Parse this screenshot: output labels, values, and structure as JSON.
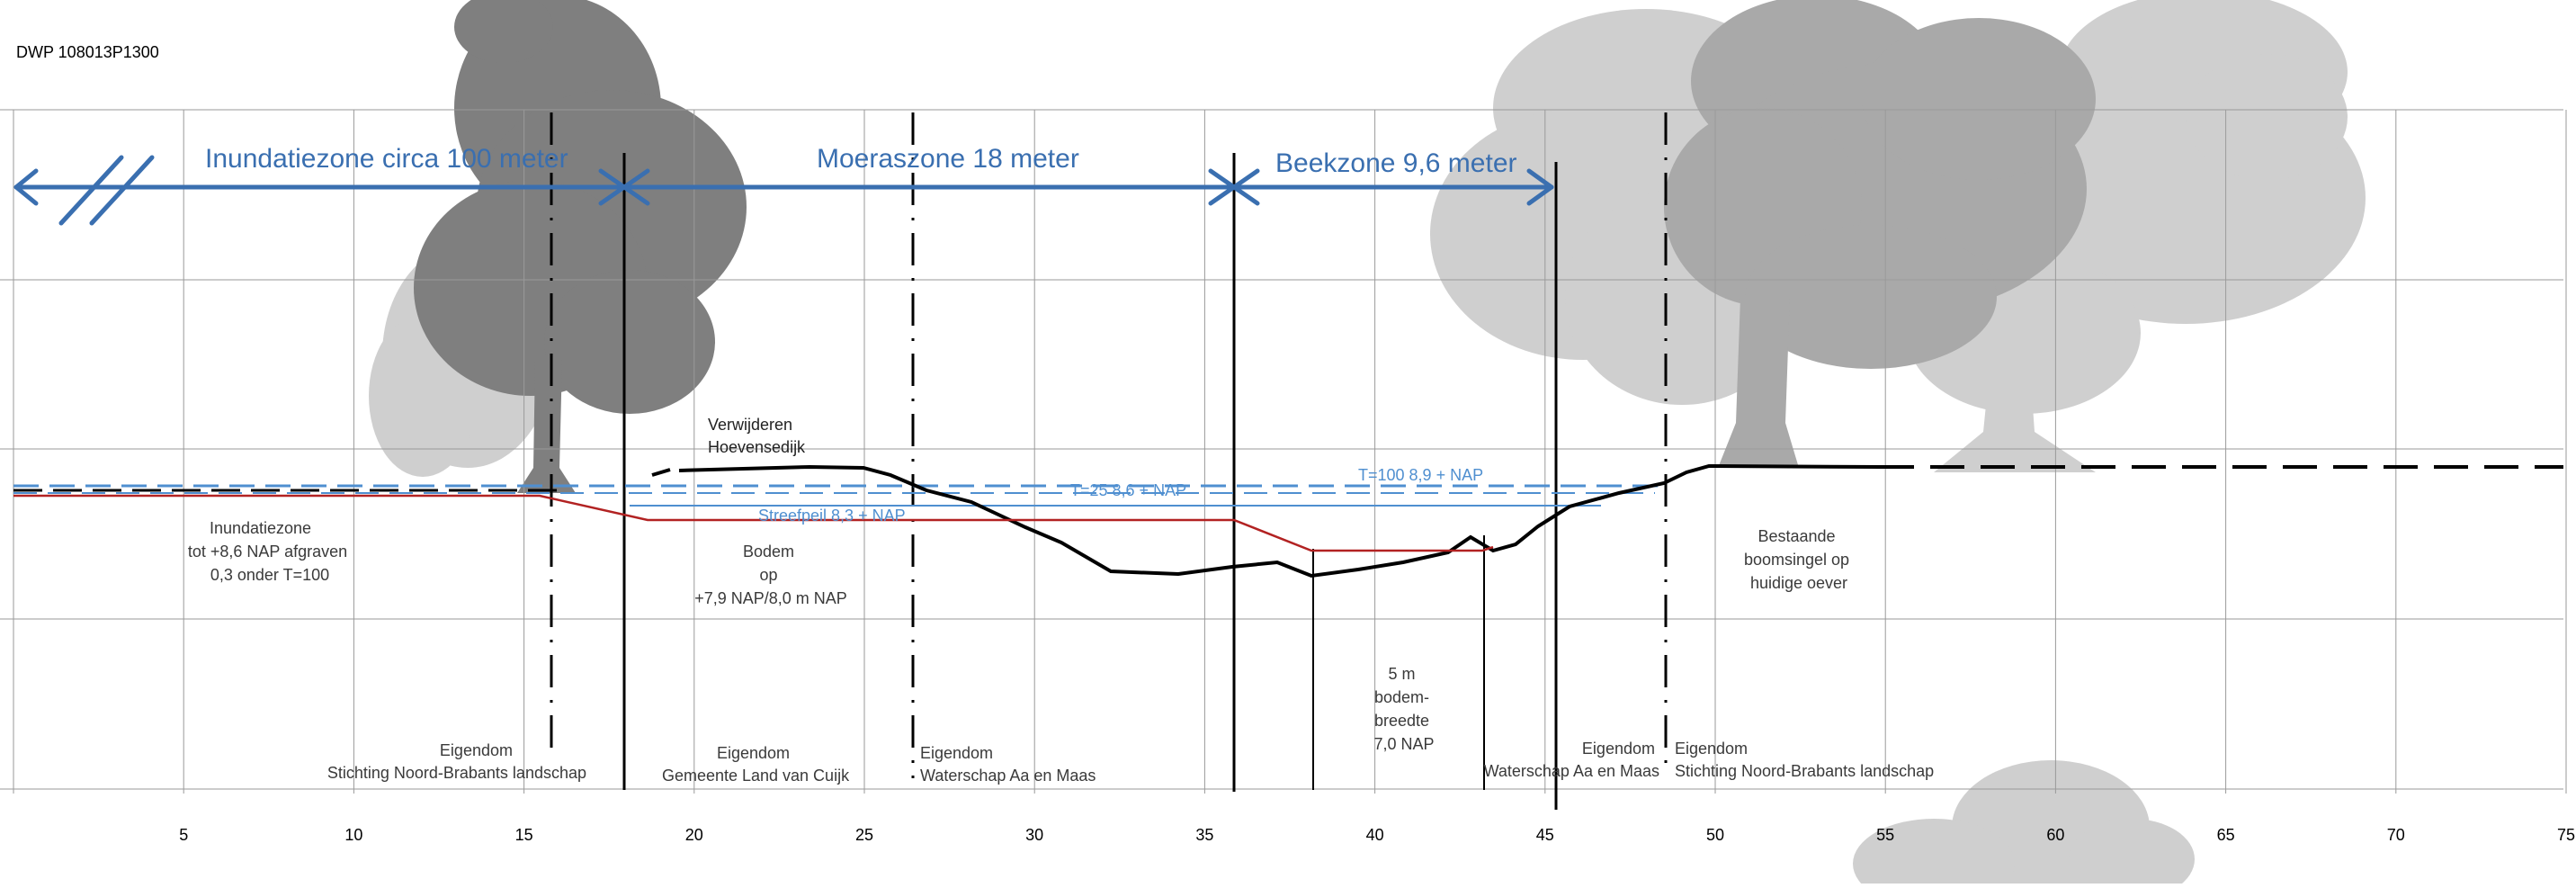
{
  "drawing_id": "DWP 108013P1300",
  "x_axis": {
    "ticks": [
      "5",
      "10",
      "15",
      "20",
      "25",
      "30",
      "35",
      "40",
      "45",
      "50",
      "55",
      "60",
      "65",
      "70",
      "75"
    ]
  },
  "zones": [
    {
      "key": "inundatie",
      "label": "Inundatiezone circa 100 meter"
    },
    {
      "key": "moeras",
      "label": "Moeraszone  18 meter"
    },
    {
      "key": "beek",
      "label": "Beekzone  9,6 meter"
    }
  ],
  "water_levels": {
    "t25": "T=25 8,6 + NAP",
    "t100": "T=100 8,9 + NAP",
    "streefpeil": "Streefpeil 8,3 + NAP"
  },
  "annotations": {
    "verwijderen": [
      "Verwijderen",
      "Hoevensedijk"
    ],
    "inundatie_note": [
      "Inundatiezone",
      "tot +8,6 NAP afgraven",
      "0,3 onder T=100"
    ],
    "bodem_note": [
      "Bodem",
      "op",
      "+7,9 NAP/8,0 m NAP"
    ],
    "bodembreedte": [
      "5 m",
      "bodem-",
      "breedte",
      "7,0 NAP"
    ],
    "bestaande": [
      "Bestaande",
      "boomsingel op",
      "huidige oever"
    ]
  },
  "ownership": [
    {
      "key": "stichting-left",
      "lines": [
        "Eigendom",
        "Stichting Noord-Brabants landschap"
      ]
    },
    {
      "key": "gemeente",
      "lines": [
        "Eigendom",
        "Gemeente Land van Cuijk"
      ]
    },
    {
      "key": "waterschap-left",
      "lines": [
        "Eigendom",
        "Waterschap Aa en Maas"
      ]
    },
    {
      "key": "waterschap-right",
      "lines": [
        "Eigendom",
        "Waterschap Aa en Maas"
      ]
    },
    {
      "key": "stichting-right",
      "lines": [
        "Eigendom",
        "Stichting Noord-Brabants landschap"
      ]
    }
  ],
  "colors": {
    "zone_blue": "#3a6fb0",
    "water_blue": "#4f8fd0",
    "design_red": "#b22222",
    "terrain_black": "#000000",
    "tree_dark": "#7f7f7f",
    "tree_mid": "#a9a9a9",
    "tree_light": "#cfcfcf",
    "grid": "#9a9a9a"
  }
}
